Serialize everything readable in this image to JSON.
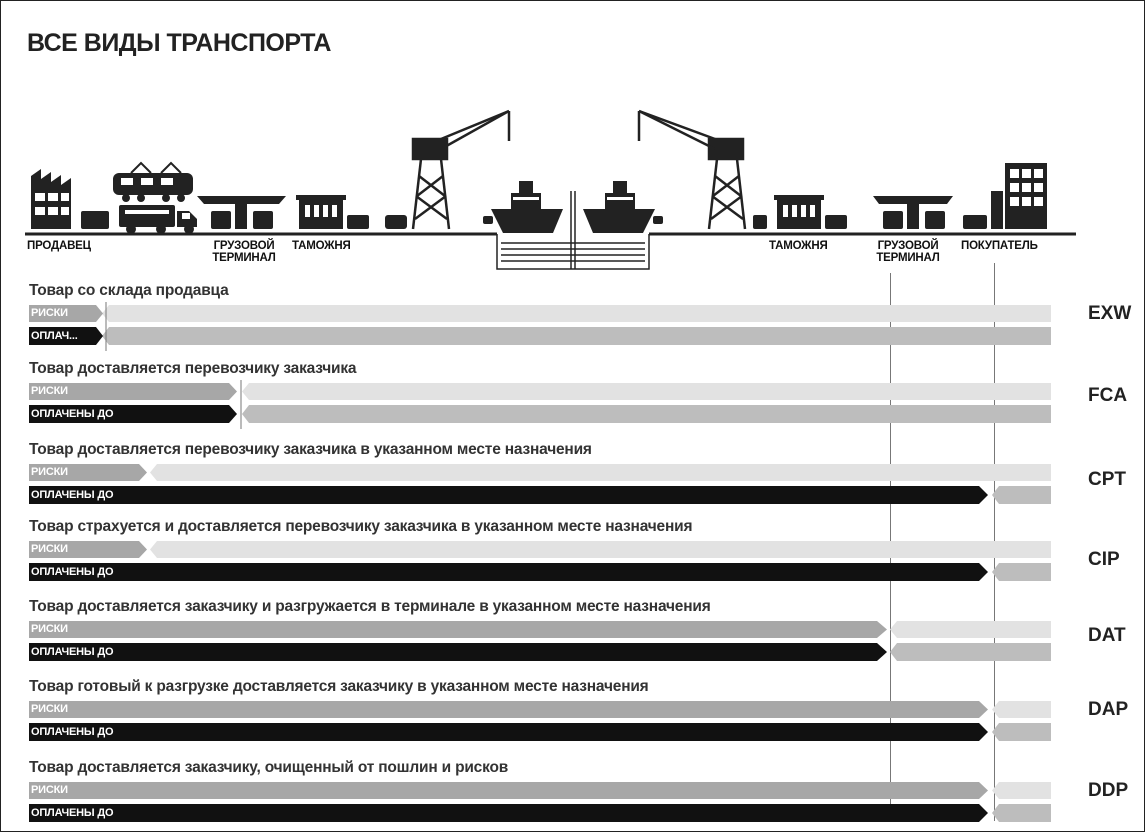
{
  "title": "ВСЕ ВИДЫ ТРАНСПОРТА",
  "colors": {
    "risk": "#a7a7a7",
    "paid": "#111111",
    "remaining_light": "#e2e2e2",
    "remaining_dark": "#bdbdbd",
    "code_text": "#222222"
  },
  "locations": {
    "seller": "ПРОДАВЕЦ",
    "cargo_terminal_left": [
      "ГРУЗОВОЙ",
      "ТЕРМИНАЛ"
    ],
    "customs_left": "ТАМОЖНЯ",
    "customs_right": "ТАМОЖНЯ",
    "cargo_terminal_right": [
      "ГРУЗОВОЙ",
      "ТЕРМИНАЛ"
    ],
    "buyer": "ПОКУПАТЕЛЬ"
  },
  "rows": [
    {
      "code": "EXW",
      "description": "Товар со склада продавца",
      "risk_label": "РИСКИ",
      "paid_label": "ОПЛАЧ...",
      "risk_to": "seller",
      "paid_to": "seller"
    },
    {
      "code": "FCA",
      "description": "Товар доставляется перевозчику заказчика",
      "risk_label": "РИСКИ",
      "paid_label": "ОПЛАЧЕНЫ ДО",
      "risk_to": "cargo_terminal_left",
      "paid_to": "cargo_terminal_left"
    },
    {
      "code": "CPT",
      "description": "Товар доставляется перевозчику заказчика в указанном месте назначения",
      "risk_label": "РИСКИ",
      "paid_label": "ОПЛАЧЕНЫ ДО",
      "risk_to": "carrier",
      "paid_to": "buyer"
    },
    {
      "code": "CIP",
      "description": "Товар страхуется и доставляется перевозчику заказчика в указанном месте назначения",
      "risk_label": "РИСКИ",
      "paid_label": "ОПЛАЧЕНЫ ДО",
      "risk_to": "carrier",
      "paid_to": "buyer"
    },
    {
      "code": "DAT",
      "description": "Товар доставляется заказчику и разгружается в терминале в указанном месте назначения",
      "risk_label": "РИСКИ",
      "paid_label": "ОПЛАЧЕНЫ ДО",
      "risk_to": "cargo_terminal_right",
      "paid_to": "cargo_terminal_right"
    },
    {
      "code": "DAP",
      "description": "Товар готовый к разгрузке доставляется заказчику в указанном месте назначения",
      "risk_label": "РИСКИ",
      "paid_label": "ОПЛАЧЕНЫ ДО",
      "risk_to": "buyer",
      "paid_to": "buyer"
    },
    {
      "code": "DDP",
      "description": "Товар доставляется заказчику, очищенный от пошлин и рисков",
      "risk_label": "РИСКИ",
      "paid_label": "ОПЛАЧЕНЫ ДО",
      "risk_to": "buyer",
      "paid_to": "buyer"
    }
  ]
}
